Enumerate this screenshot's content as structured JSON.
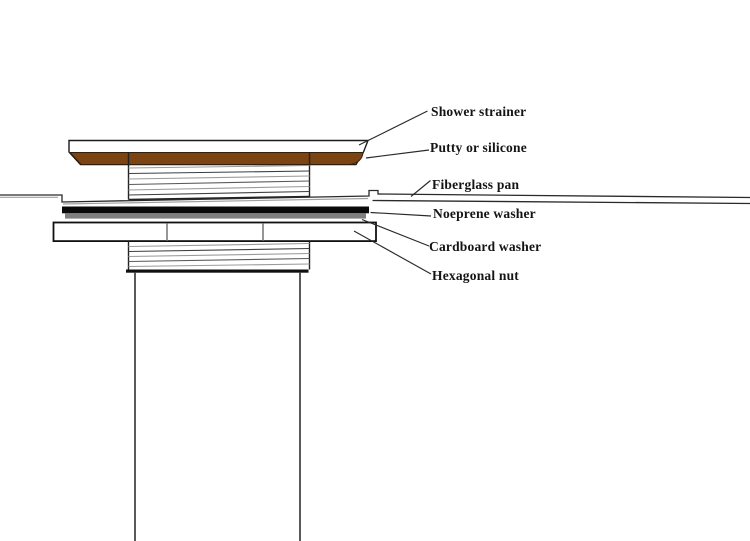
{
  "diagram": {
    "parts": [
      {
        "id": "shower-strainer",
        "label": "Shower strainer"
      },
      {
        "id": "putty-or-silicone",
        "label": "Putty or silicone"
      },
      {
        "id": "fiberglass-pan",
        "label": "Fiberglass pan"
      },
      {
        "id": "noeprene-washer",
        "label": "Noeprene washer"
      },
      {
        "id": "cardboard-washer",
        "label": "Cardboard washer"
      },
      {
        "id": "hexagonal-nut",
        "label": "Hexagonal nut"
      }
    ],
    "colors": {
      "putty": "#7b4412",
      "noeprene_washer": "#0a0a0a",
      "cardboard_washer": "#7f7f7f"
    }
  }
}
